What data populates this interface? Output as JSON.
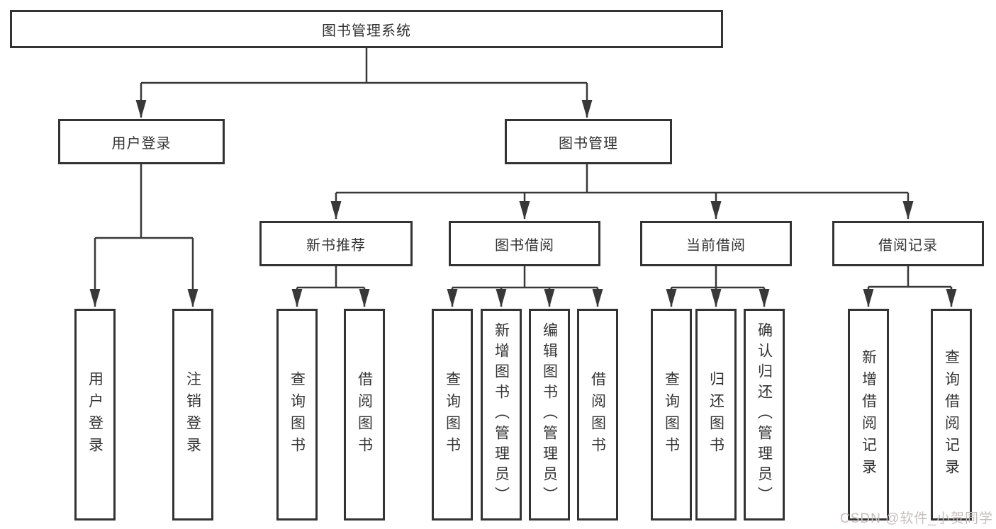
{
  "diagram": {
    "root_label": "图书管理系统",
    "level1": {
      "user_login": "用户登录",
      "book_mgmt": "图书管理"
    },
    "level2": {
      "new_books": "新书推荐",
      "borrowing": "图书借阅",
      "current": "当前借阅",
      "records": "借阅记录"
    },
    "leaves": {
      "user_login": [
        "用户登录",
        "注销登录"
      ],
      "new_books": [
        "查询图书",
        "借阅图书"
      ],
      "borrowing": [
        "查询图书",
        "新增图书（管理员）",
        "编辑图书（管理员）",
        "借阅图书"
      ],
      "current": [
        "查询图书",
        "归还图书",
        "确认归还（管理员）"
      ],
      "records": [
        "新增借阅记录",
        "查询借阅记录"
      ]
    }
  },
  "watermark": {
    "text": "CSDN @软件_小贺同学"
  },
  "colors": {
    "line": "#383838",
    "box_border": "#333333",
    "text": "#333333",
    "background": "#ffffff",
    "watermark": "#c6bebe"
  }
}
